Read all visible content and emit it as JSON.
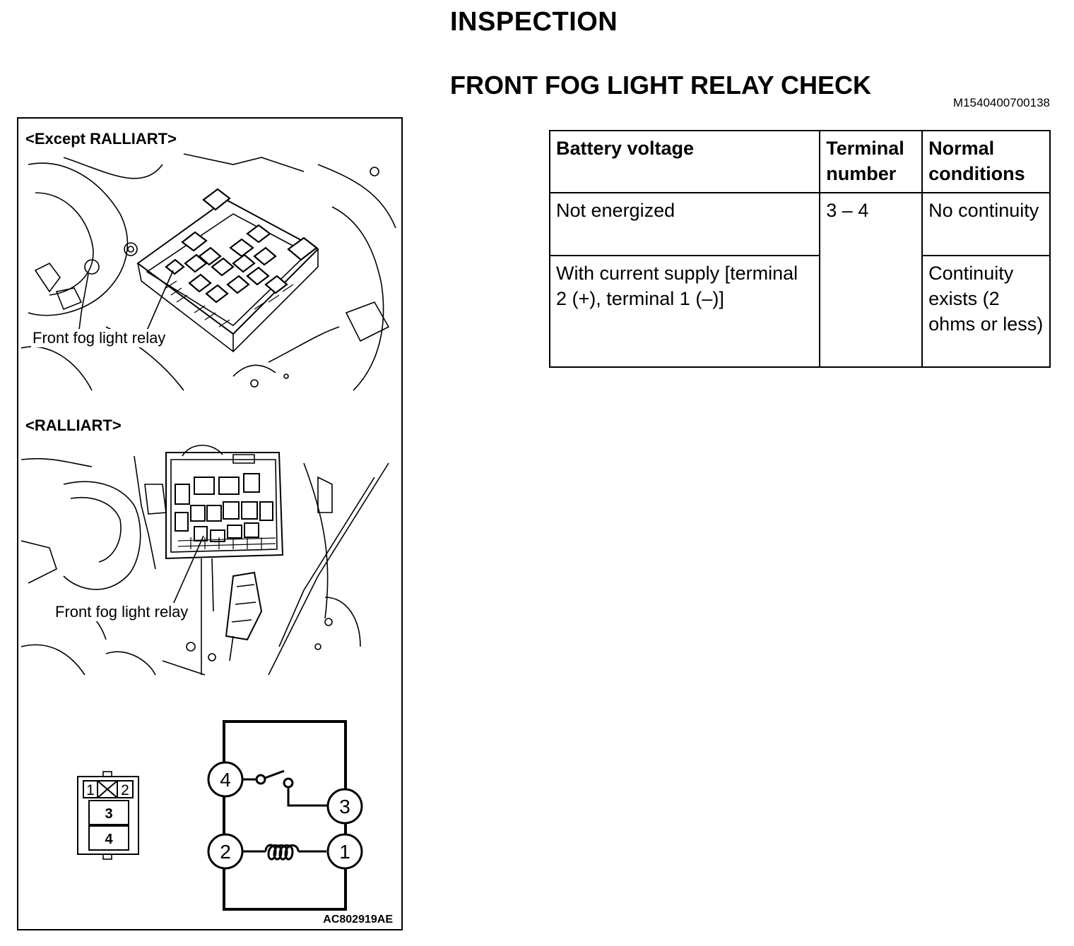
{
  "header": {
    "section": "INSPECTION",
    "title": "FRONT FOG LIGHT RELAY CHECK",
    "doc_id": "M1540400700138"
  },
  "figure": {
    "panel_top_label": "<Except RALLIART>",
    "panel_bottom_label": "<RALLIART>",
    "callout_top": "Front fog light relay",
    "callout_bottom": "Front fog light relay",
    "connector_pins": [
      "1",
      "2",
      "3",
      "4"
    ],
    "circuit_terminals": [
      "4",
      "3",
      "2",
      "1"
    ],
    "figure_code": "AC802919AE"
  },
  "table": {
    "headers": [
      "Battery voltage",
      "Terminal number",
      "Normal conditions"
    ],
    "rows": [
      {
        "voltage": "Not energized",
        "terminal": "3 – 4",
        "condition": "No continuity"
      },
      {
        "voltage": "With current supply [terminal 2 (+), terminal 1 (–)]",
        "condition": "Continuity exists (2 ohms or less)"
      }
    ]
  }
}
